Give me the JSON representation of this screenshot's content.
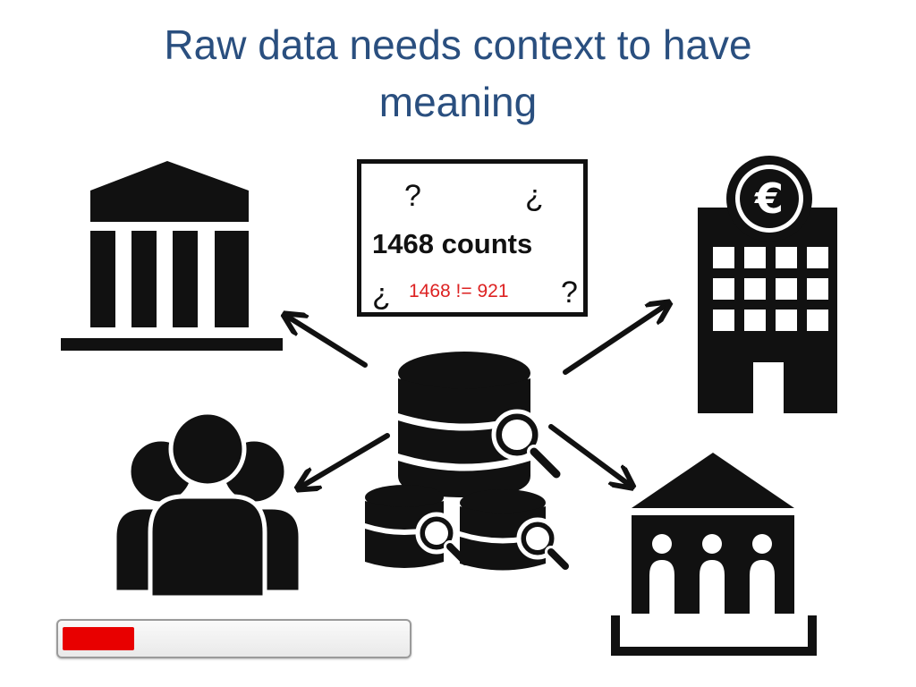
{
  "slide": {
    "title": "Raw data needs context to have meaning"
  },
  "info_box": {
    "q1": "?",
    "q2": "¿",
    "q3": "¿",
    "q4": "?",
    "counts": "1468 counts",
    "compare": "1468 != 921"
  },
  "progress": {
    "fraction": 0.21,
    "fill_color": "#e80000"
  },
  "colors": {
    "title": "#2a4f7f",
    "icon": "#111111",
    "compare_text": "#dd2222"
  },
  "icons": {
    "center": "database-search-icon",
    "top_left": "government-building-icon",
    "top_right": "euro-bank-building-icon",
    "bottom_left": "people-group-icon",
    "bottom_right": "museum-institution-icon"
  }
}
